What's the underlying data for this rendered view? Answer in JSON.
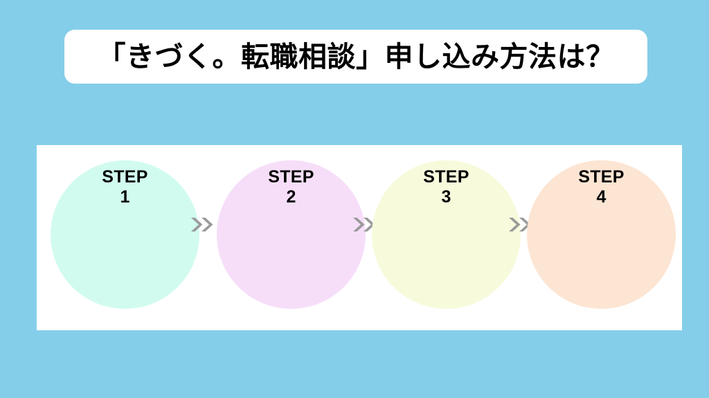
{
  "slide": {
    "background_color": "#84cee9",
    "title": "「きづく。転職相談」申し込み方法は？"
  },
  "panel": {
    "background_color": "#ffffff"
  },
  "steps": [
    {
      "step_word": "STEP",
      "number": "1",
      "color": "#d2fbf0",
      "arrow_icon": "double-chevron-right"
    },
    {
      "step_word": "STEP",
      "number": "2",
      "color": "#f6def9",
      "arrow_icon": "double-chevron-right"
    },
    {
      "step_word": "STEP",
      "number": "3",
      "color": "#f7fbdc",
      "arrow_icon": "double-chevron-right"
    },
    {
      "step_word": "STEP",
      "number": "4",
      "color": "#fde5d3",
      "arrow_icon": null
    }
  ],
  "arrow": {
    "color": "#9a9a9a",
    "glyph": "»"
  }
}
